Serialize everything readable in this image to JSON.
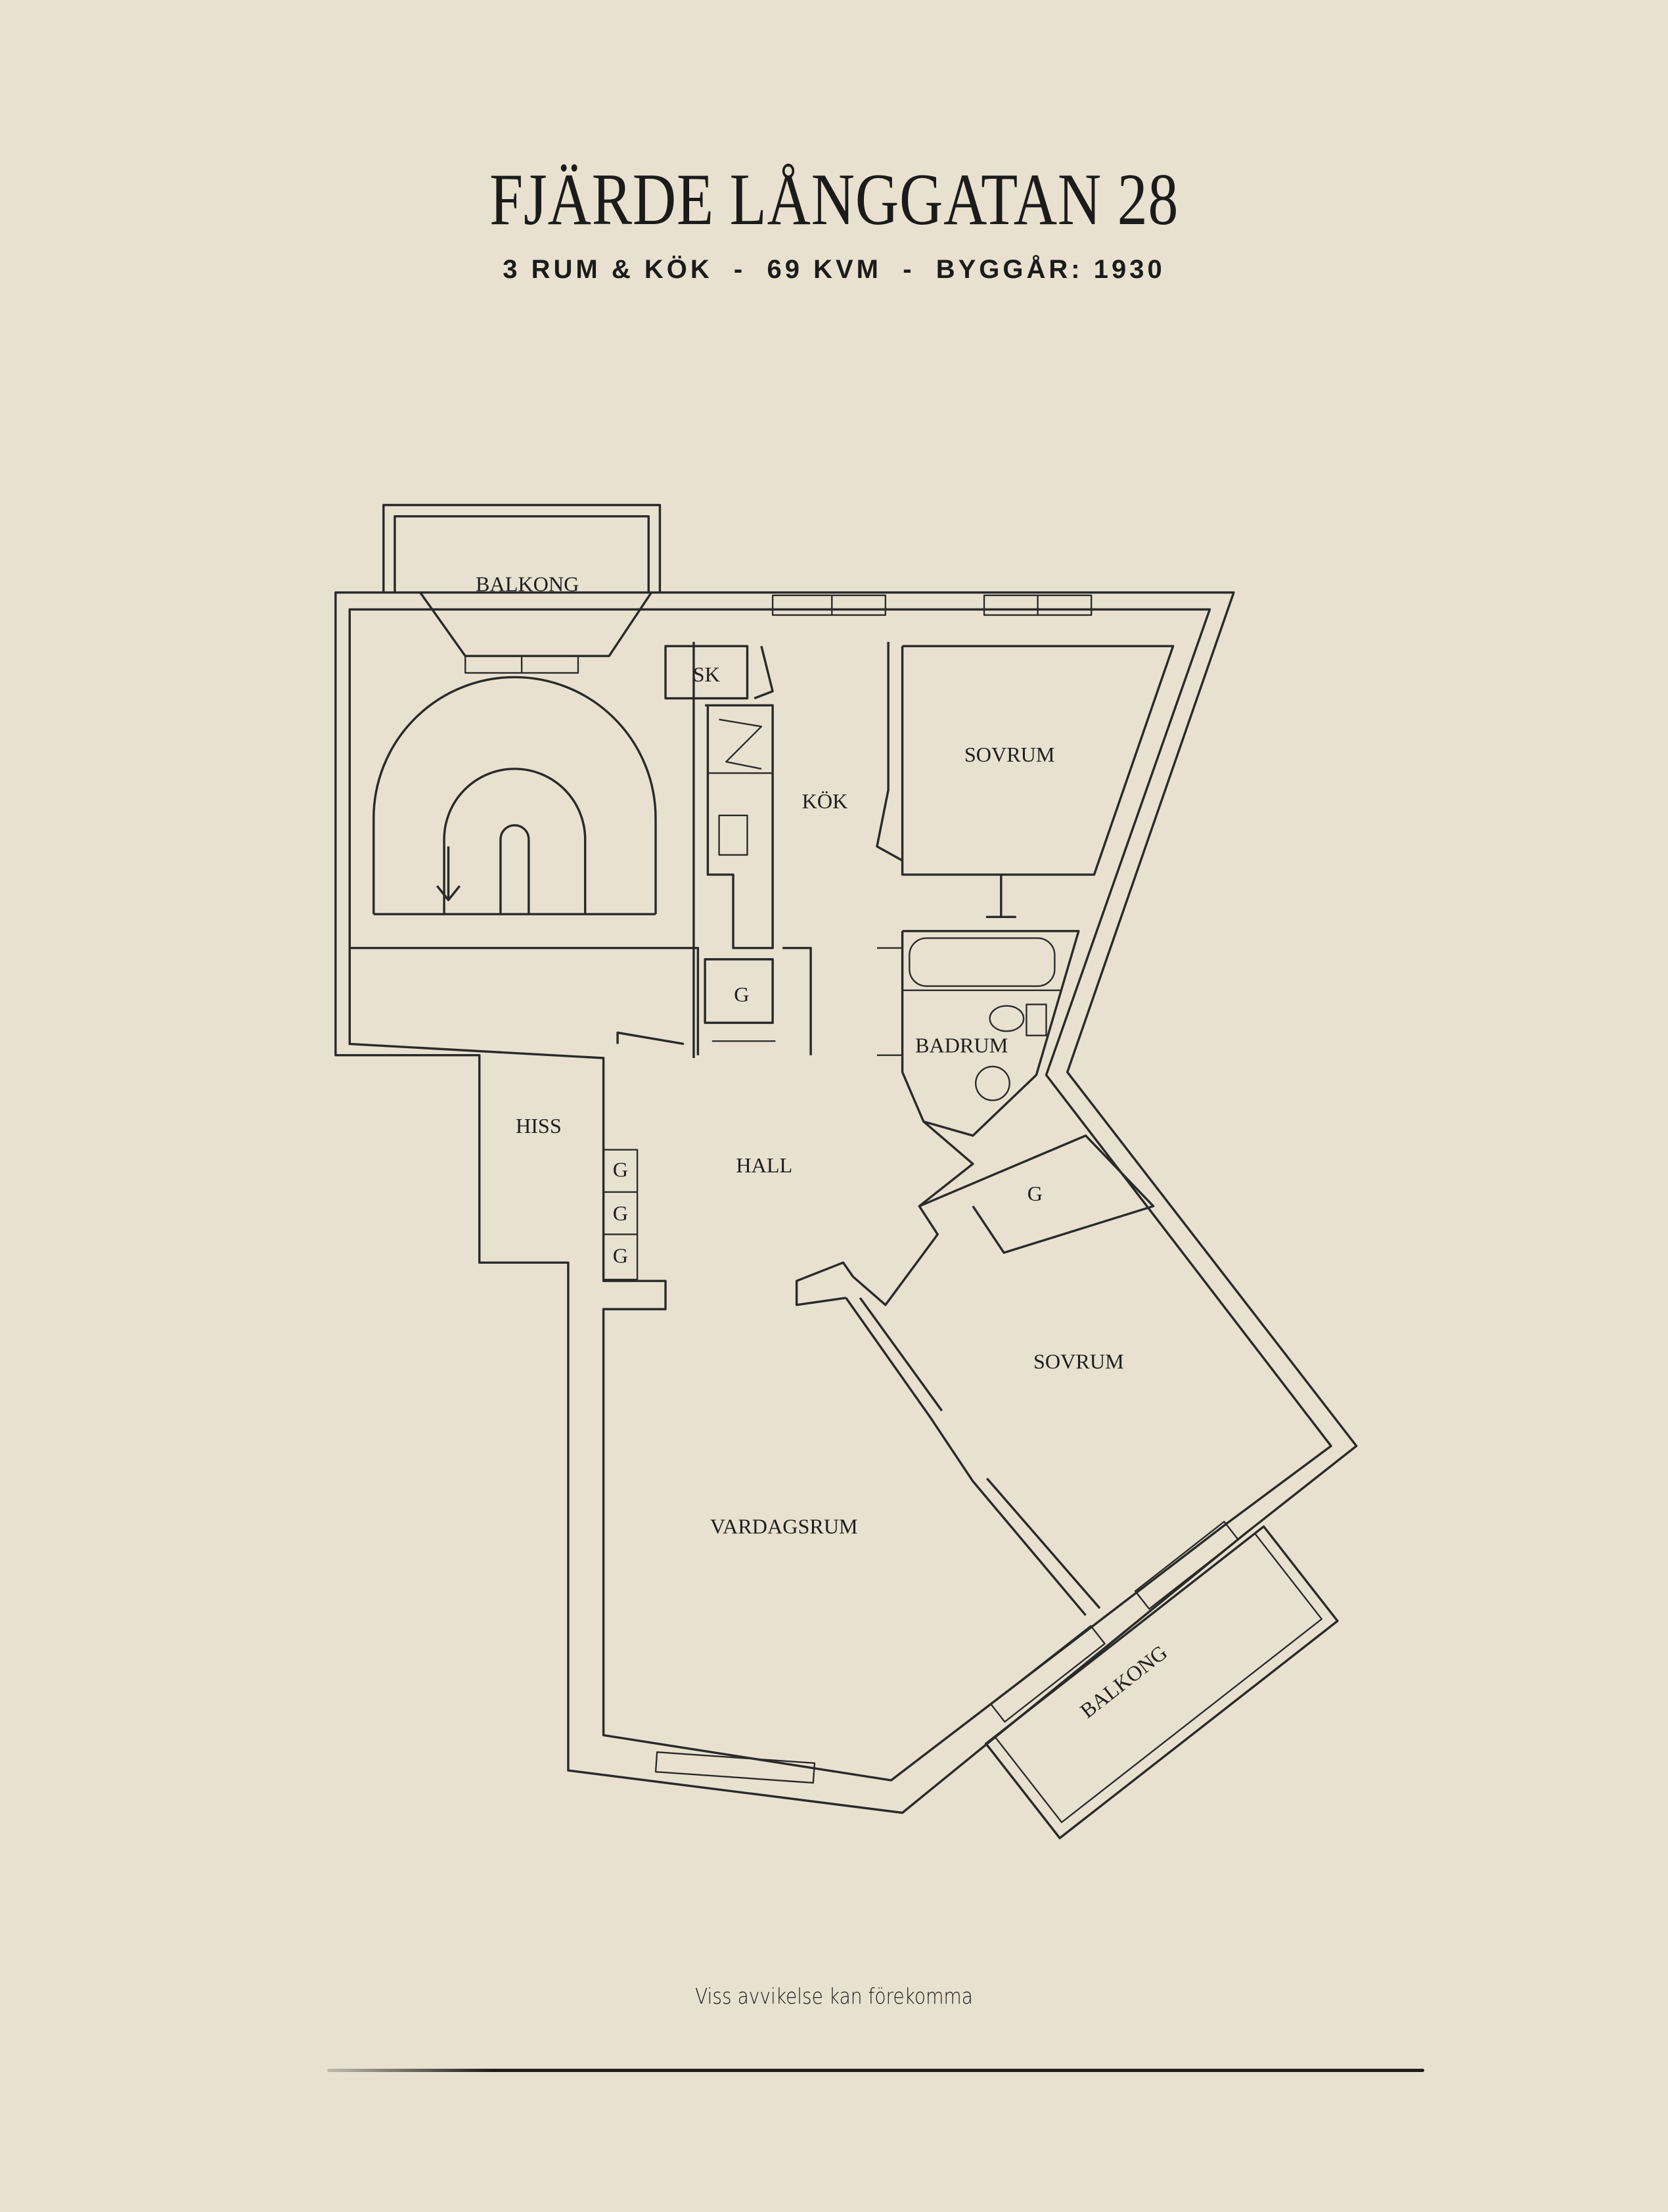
{
  "header": {
    "title": "FJÄRDE LÅNGGATAN 28",
    "subtitle": "3 RUM & KÖK  -  69 KVM  -  BYGGÅR: 1930"
  },
  "plan": {
    "rooms": {
      "balkong_top": "BALKONG",
      "sk": "SK",
      "kok": "KÖK",
      "sovrum_top": "SOVRUM",
      "g_kitchen": "G",
      "badrum": "BADRUM",
      "hiss": "HISS",
      "hall": "HALL",
      "g1": "G",
      "g2": "G",
      "g3": "G",
      "g_bedroom": "G",
      "sovrum_bottom": "SOVRUM",
      "vardagsrum": "VARDAGSRUM",
      "balkong_bottom": "BALKONG"
    }
  },
  "footer": {
    "disclaimer": "Viss avvikelse kan förekomma"
  },
  "colors": {
    "background": "#e9e1cf",
    "ink": "#1b1b1b"
  }
}
